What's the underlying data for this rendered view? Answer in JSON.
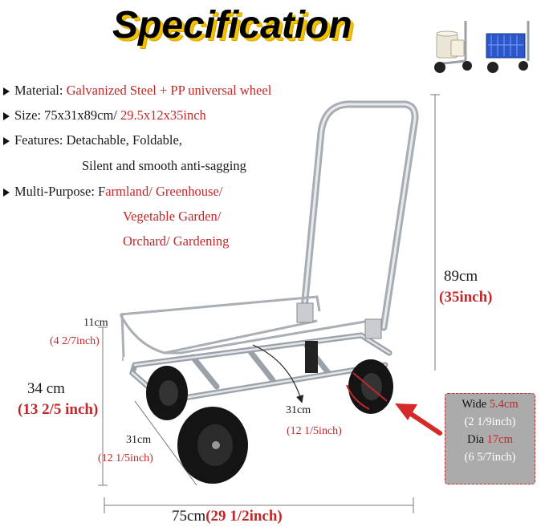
{
  "title": "Specification",
  "specs": {
    "material_label": "Material: ",
    "material_value": "Galvanized Steel + PP universal wheel",
    "size_label": "Size: 75x31x89cm/ ",
    "size_value": "29.5x12x35inch",
    "features_label": "Features: Detachable, Foldable,",
    "features_line2": "Silent and smooth anti-sagging",
    "multi_label": "Multi-Purpose: F",
    "multi_value_1": "armland/ Greenhouse/",
    "multi_value_2": "Vegetable Garden/",
    "multi_value_3": "Orchard/ Gardening"
  },
  "dimensions": {
    "height_cm": "89cm",
    "height_in": "(35inch)",
    "basket_cm": "11cm",
    "basket_in": "(4 2/7inch)",
    "base_height_cm": "34 cm",
    "base_height_in": "(13 2/5 inch)",
    "width_cm": "31cm",
    "width_in": "(12 1/5inch)",
    "depth_cm": "31cm",
    "depth_in": "(12 1/5inch)",
    "length_cm": "75cm",
    "length_in": "(29 1/2inch)"
  },
  "wheel_info": {
    "wide_label": "Wide ",
    "wide_value": "5.4cm",
    "wide_sub": "(2 1/9inch)",
    "dia_label": "Dia ",
    "dia_value": "17cm",
    "dia_sub": "(6 5/7inch)"
  },
  "colors": {
    "accent_red": "#c0282a",
    "title_shadow": "#f2c200",
    "info_box": "#ababab",
    "steel": "#b9bec4"
  }
}
